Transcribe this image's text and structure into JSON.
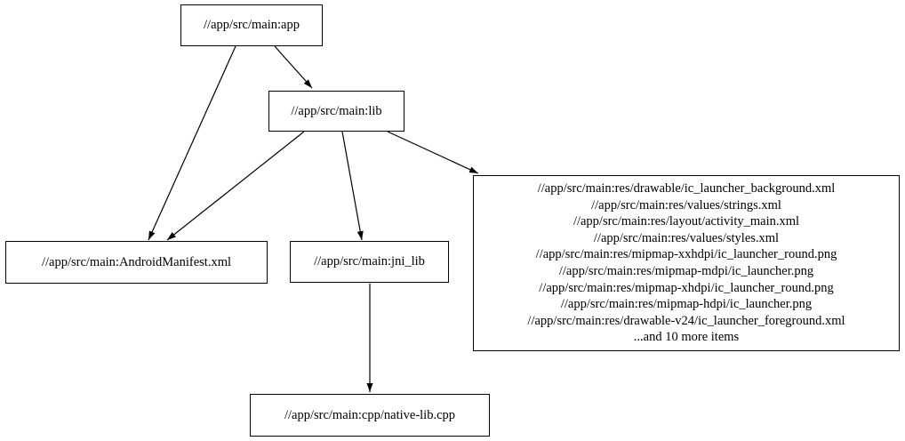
{
  "diagram": {
    "type": "dependency-graph",
    "background_color": "#ffffff",
    "node_border_color": "#000000",
    "edge_color": "#000000",
    "text_color": "#000000",
    "nodes": [
      {
        "id": "app",
        "label": "//app/src/main:app"
      },
      {
        "id": "lib",
        "label": "//app/src/main:lib"
      },
      {
        "id": "manifest",
        "label": "//app/src/main:AndroidManifest.xml"
      },
      {
        "id": "jni_lib",
        "label": "//app/src/main:jni_lib"
      },
      {
        "id": "res",
        "lines": [
          "//app/src/main:res/drawable/ic_launcher_background.xml",
          "//app/src/main:res/values/strings.xml",
          "//app/src/main:res/layout/activity_main.xml",
          "//app/src/main:res/values/styles.xml",
          "//app/src/main:res/mipmap-xxhdpi/ic_launcher_round.png",
          "//app/src/main:res/mipmap-mdpi/ic_launcher.png",
          "//app/src/main:res/mipmap-xhdpi/ic_launcher_round.png",
          "//app/src/main:res/mipmap-hdpi/ic_launcher.png",
          "//app/src/main:res/drawable-v24/ic_launcher_foreground.xml",
          "...and 10 more items"
        ]
      },
      {
        "id": "cpp",
        "label": "//app/src/main:cpp/native-lib.cpp"
      }
    ],
    "edges": [
      {
        "from": "app",
        "to": "lib"
      },
      {
        "from": "app",
        "to": "manifest"
      },
      {
        "from": "lib",
        "to": "manifest"
      },
      {
        "from": "lib",
        "to": "jni_lib"
      },
      {
        "from": "lib",
        "to": "res"
      },
      {
        "from": "jni_lib",
        "to": "cpp"
      }
    ]
  }
}
